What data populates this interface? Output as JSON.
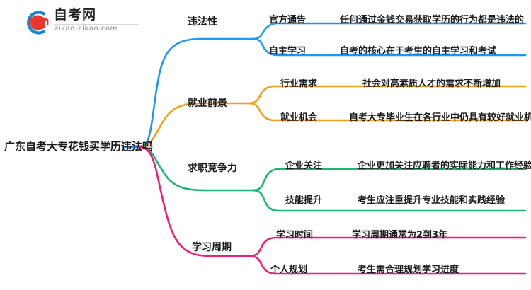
{
  "logo": {
    "brand": "自考网",
    "domain": "zikao-zikao.com",
    "mark_icon": "graduation-cap-logo-icon",
    "arc_color": "#1b86d0",
    "cap_color": "#e8372c"
  },
  "mindmap": {
    "root": "广东自考大专花钱买学历违法吗",
    "branches": [
      {
        "label": "违法性",
        "color": "#2196f3",
        "children": [
          {
            "label": "官方通告",
            "desc": "任何通过金钱交易获取学历的行为都是违法的"
          },
          {
            "label": "自主学习",
            "desc": "自考的核心在于考生的自主学习和考试"
          }
        ]
      },
      {
        "label": "就业前景",
        "color": "#f0a019",
        "children": [
          {
            "label": "行业需求",
            "desc": "社会对高素质人才的需求不断增加"
          },
          {
            "label": "就业机会",
            "desc": "自考大专毕业生在各行业中仍具有较好就业机会"
          }
        ]
      },
      {
        "label": "求职竞争力",
        "color": "#1bb673",
        "children": [
          {
            "label": "企业关注",
            "desc": "企业更加关注应聘者的实际能力和工作经验"
          },
          {
            "label": "技能提升",
            "desc": "考生应注重提升专业技能和实践经验"
          }
        ]
      },
      {
        "label": "学习周期",
        "color": "#ec1e79",
        "children": [
          {
            "label": "学习时间",
            "desc": "学习周期通常为2到3年"
          },
          {
            "label": "个人规划",
            "desc": "考生需合理规划学习进度"
          }
        ]
      }
    ]
  }
}
